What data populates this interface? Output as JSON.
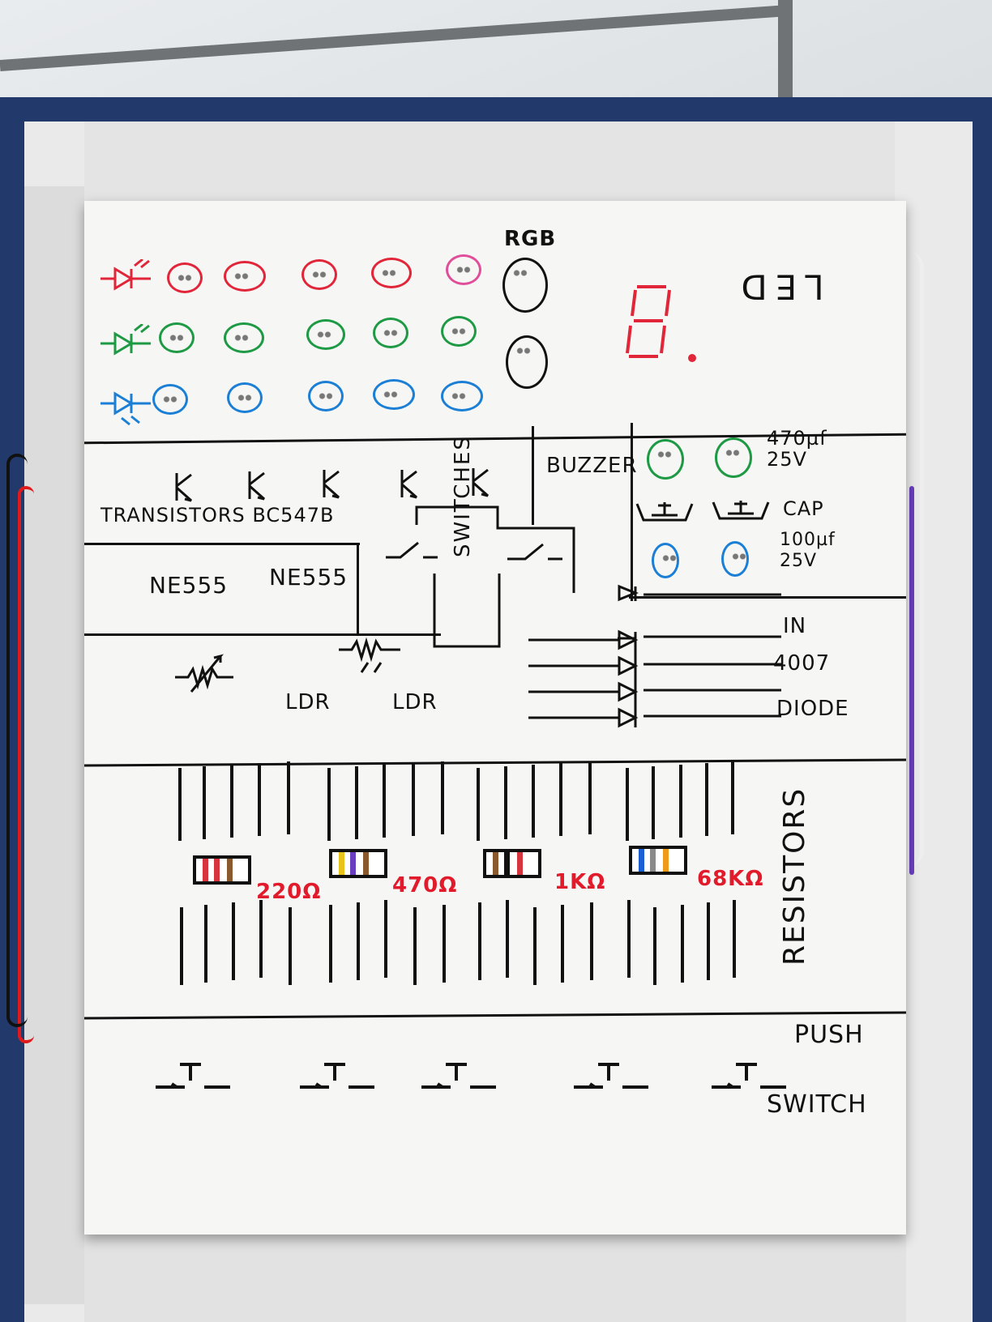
{
  "board": {
    "led_section": {
      "rgb_label": "RGB",
      "side_label": "LED"
    },
    "transistors_label": "TRANSISTORS BC547B",
    "buzzer_label": "BUZZER",
    "cap_top": [
      "470µf",
      "25V"
    ],
    "cap_mid": "CAP",
    "cap_bottom": [
      "100µf",
      "25V"
    ],
    "ne555": [
      "NE555",
      "NE555"
    ],
    "switches_label": "SWITCHES",
    "ldr": [
      "LDR",
      "LDR"
    ],
    "diode_labels": [
      "IN",
      "4007",
      "DIODE"
    ],
    "resistors_label": "RESISTORS",
    "resistor_values": [
      "220Ω",
      "470Ω",
      "1KΩ",
      "68KΩ"
    ],
    "push_switch_labels": [
      "PUSH",
      "SWITCH"
    ]
  },
  "colors": {
    "box_blue": "#22396b",
    "led_red": "#e2263a",
    "led_green": "#1e9a45",
    "led_blue": "#1b7fd6",
    "ink": "#111111",
    "value_red": "#e11b2b"
  }
}
